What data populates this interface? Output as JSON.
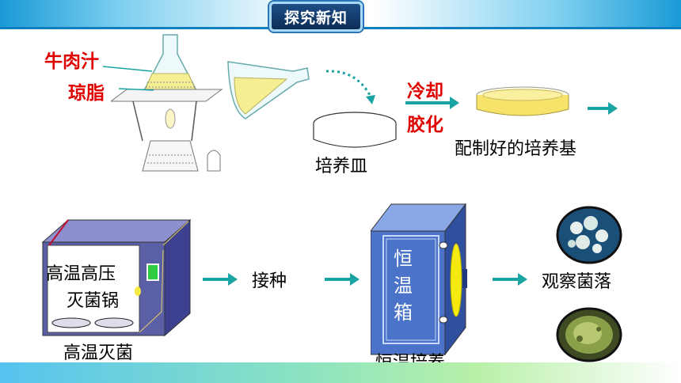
{
  "header": {
    "title": "探究新知"
  },
  "prep": {
    "beef_broth": "牛肉汁",
    "agar": "琼脂",
    "petri_dish": "培养皿",
    "cool": "冷却",
    "solidify": "胶化",
    "prepared_medium": "配制好的培养基"
  },
  "process": {
    "autoclave_line1": "高温高压",
    "autoclave_line2": "灭菌锅",
    "sterilize": "高温灭菌",
    "inoculate": "接种",
    "incubator_chars": [
      "恒",
      "温",
      "箱"
    ],
    "incubate": "恒温培养",
    "observe": "观察菌落"
  },
  "colors": {
    "red_label": "#e00000",
    "arrow": "#1aa3a3",
    "autoclave": "#5b5fa6",
    "incubator": "#4a73c9"
  }
}
